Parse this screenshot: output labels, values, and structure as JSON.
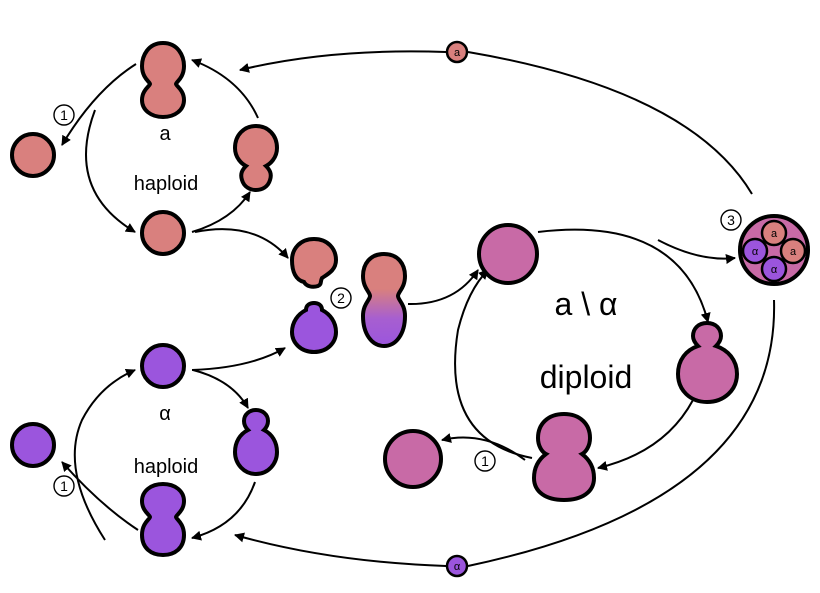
{
  "labels": {
    "a_haploid_mating_type": "a",
    "a_haploid_ploidy": "haploid",
    "alpha_haploid_mating_type": "α",
    "alpha_haploid_ploidy": "haploid",
    "diploid_mating_type": "a \\ α",
    "diploid_ploidy": "diploid"
  },
  "step_markers": {
    "step_1": "1",
    "step_2": "2",
    "step_3": "3"
  },
  "spores": {
    "a_spore": "a",
    "alpha_spore": "α",
    "tetrad": [
      "a",
      "a",
      "α",
      "α"
    ]
  },
  "colors": {
    "a_cell": "#d9807e",
    "alpha_cell": "#9b55dd",
    "diploid_cell": "#c86aa6",
    "outline": "#000000"
  }
}
